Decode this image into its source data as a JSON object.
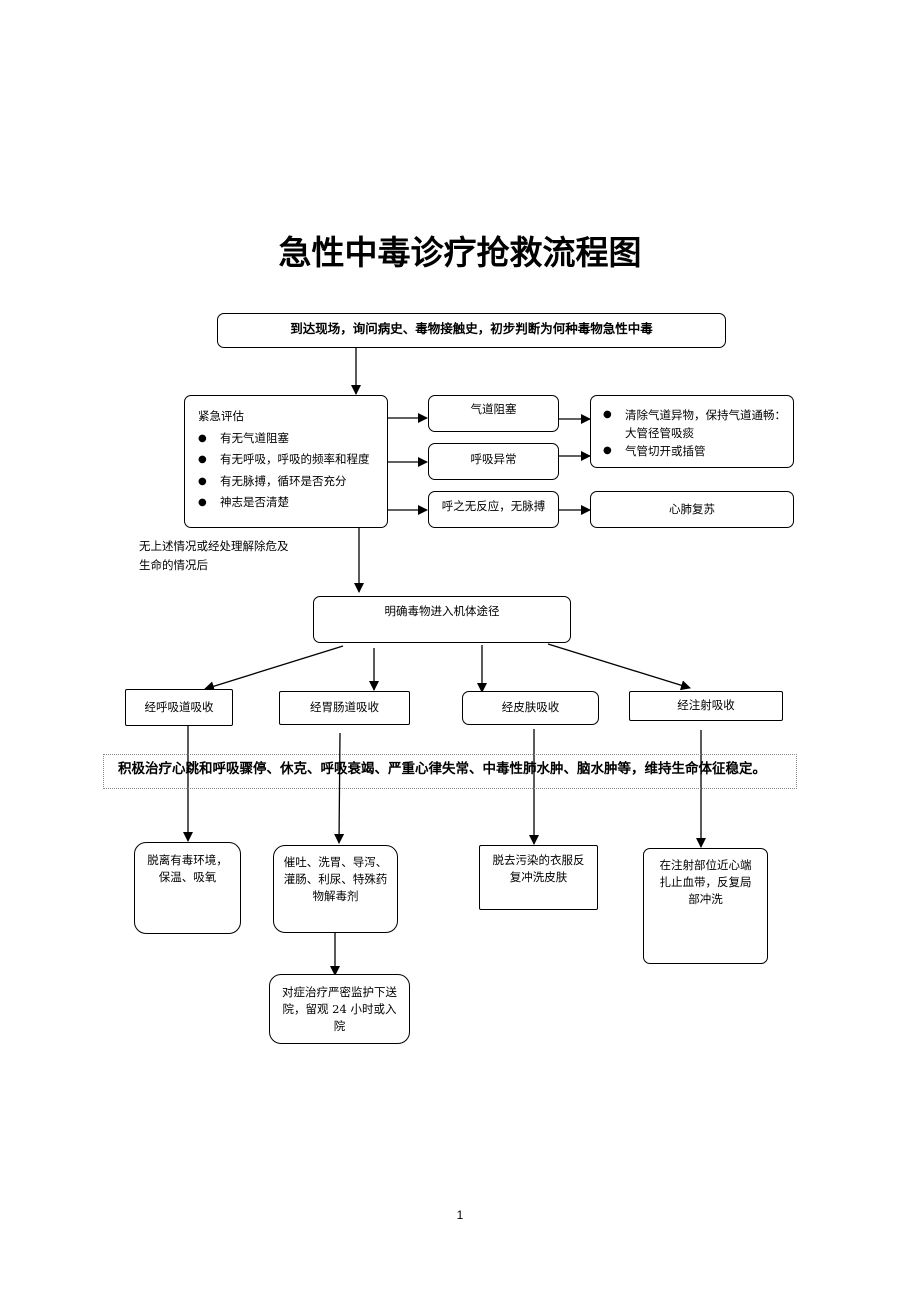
{
  "title": "急性中毒诊疗抢救流程图",
  "start": "到达现场，询问病史、毒物接触史，初步判断为何种毒物急性中毒",
  "assessment": {
    "heading": "紧急评估",
    "items": [
      "有无气道阻塞",
      "有无呼吸，呼吸的频率和程度",
      "有无脉搏，循环是否充分",
      "神志是否清楚"
    ]
  },
  "conditions": {
    "airway": "气道阻塞",
    "breathing": "呼吸异常",
    "no_response": "呼之无反应，无脉搏"
  },
  "airway_actions": [
    "清除气道异物，保持气道通畅：大管径管吸痰",
    "气管切开或插管"
  ],
  "cpr": "心肺复苏",
  "transition_note": "无上述情况或经处理解除危及生命的情况后",
  "route_box": "明确毒物进入机体途径",
  "routes": [
    "经呼吸道吸收",
    "经胃肠道吸收",
    "经皮肤吸收",
    "经注射吸收"
  ],
  "banner": "积极治疗心跳和呼吸骤停、休克、呼吸衰竭、严重心律失常、中毒性肺水肿、脑水肿等，维持生命体征稳定。",
  "treatments": [
    "脱离有毒环境，保温、吸氧",
    "催吐、洗胃、导泻、灌肠、利尿、特殊药物解毒剂",
    "脱去污染的衣服反复冲洗皮肤",
    "在注射部位近心端扎止血带，反复局部冲洗"
  ],
  "followup": "对症治疗严密监护下送院，留观 24 小时或入院",
  "page_number": "1"
}
